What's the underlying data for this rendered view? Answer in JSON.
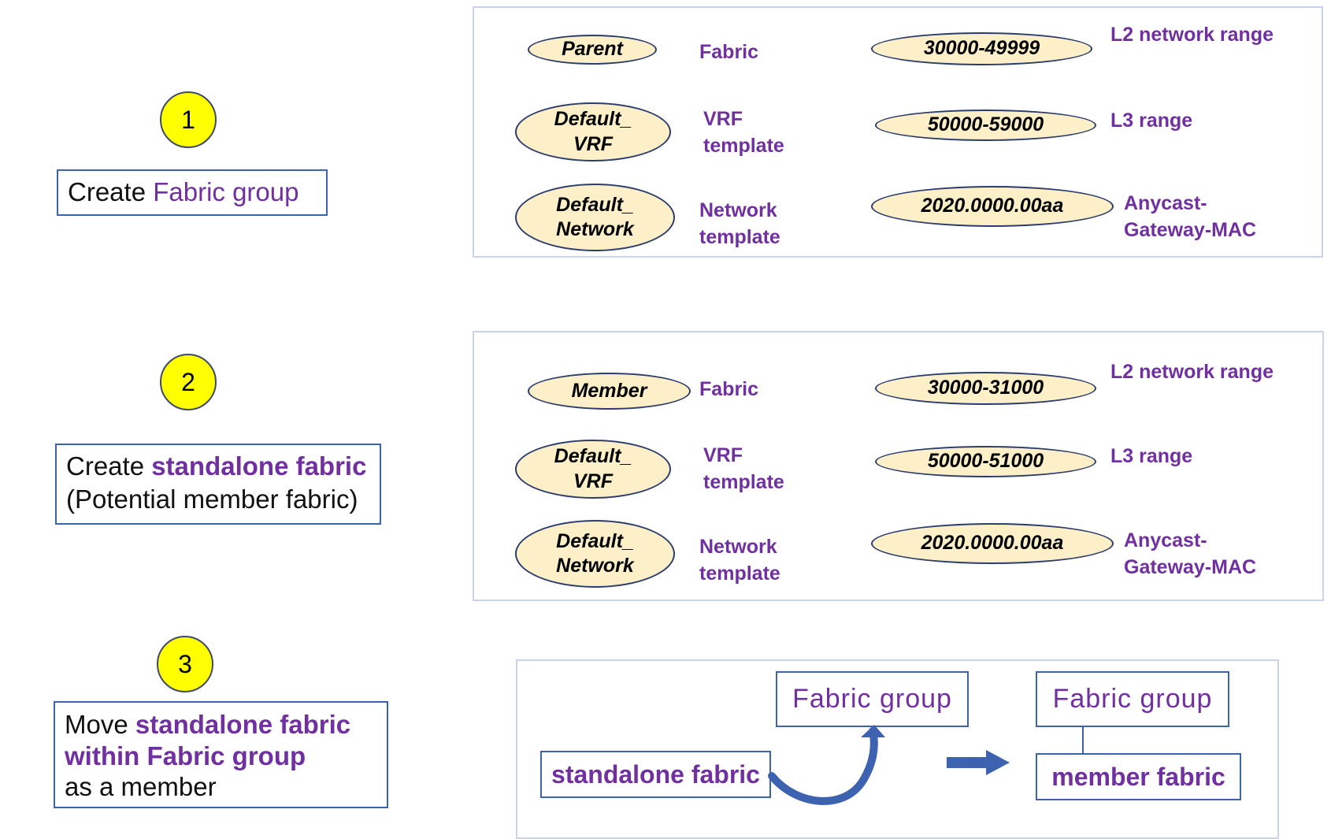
{
  "steps": [
    {
      "number": "1",
      "caption_prefix": "Create ",
      "caption_highlight": "Fabric group"
    },
    {
      "number": "2",
      "caption_prefix": "Create ",
      "caption_highlight": "standalone fabric",
      "caption_line2": "(Potential member fabric)"
    },
    {
      "number": "3",
      "caption_prefix": "Move ",
      "caption_highlight_line1": "standalone fabric",
      "caption_highlight_line2": "within Fabric group",
      "caption_line3": "as a member"
    }
  ],
  "panel1": {
    "fabric_node": "Parent",
    "fabric_label": "Fabric",
    "vrf_node": "Default_\nVRF",
    "vrf_label": "VRF\ntemplate",
    "network_node": "Default_\nNetwork",
    "network_label": "Network\ntemplate",
    "l2_value": "30000-49999",
    "l2_label": "L2 network range",
    "l3_value": "50000-59000",
    "l3_label": "L3 range",
    "mac_value": "2020.0000.00aa",
    "mac_label": "Anycast-\nGateway-MAC"
  },
  "panel2": {
    "fabric_node": "Member",
    "fabric_label": "Fabric",
    "vrf_node": "Default_\nVRF",
    "vrf_label": "VRF\ntemplate",
    "network_node": "Default_\nNetwork",
    "network_label": "Network\ntemplate",
    "l2_value": "30000-31000",
    "l2_label": "L2 network range",
    "l3_value": "50000-51000",
    "l3_label": "L3 range",
    "mac_value": "2020.0000.00aa",
    "mac_label": "Anycast-\nGateway-MAC"
  },
  "panel3": {
    "standalone_box": "standalone fabric",
    "fabric_group_box_left": "Fabric group",
    "fabric_group_box_right": "Fabric group",
    "member_box": "member fabric"
  },
  "colors": {
    "highlight": "#7030a0",
    "step_circle": "#ffff00",
    "node_fill": "#fdf0c8",
    "box_border": "#3d62b0",
    "arrow": "#3d62b0"
  }
}
